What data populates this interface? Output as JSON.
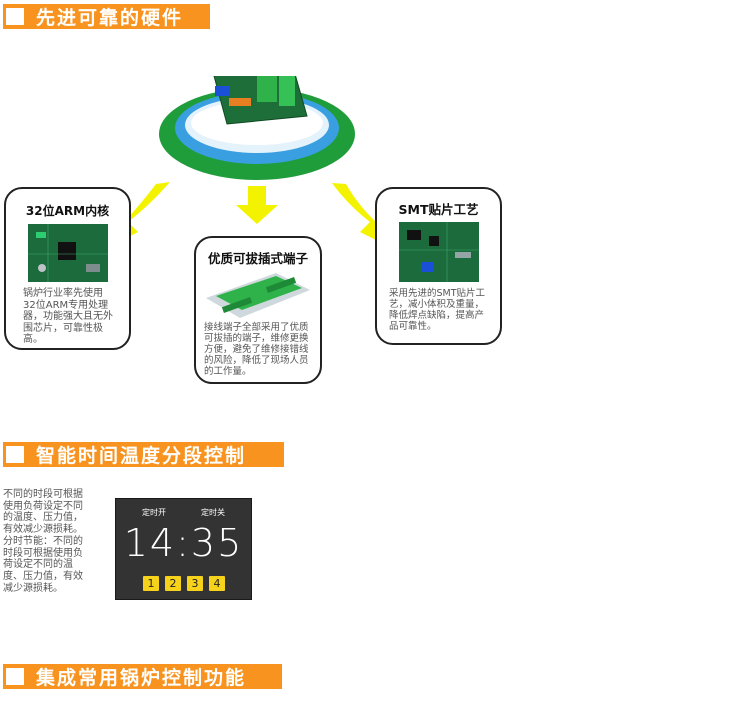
{
  "sections": [
    {
      "title": "先进可靠的硬件"
    },
    {
      "title": "智能时间温度分段控制"
    },
    {
      "title": "集成常用锅炉控制功能"
    }
  ],
  "cards": [
    {
      "title": "32位ARM内核",
      "desc": "锅炉行业率先使用32位ARM专用处理器，功能强大且无外围芯片，可靠性极高。"
    },
    {
      "title": "优质可拔插式端子",
      "desc": "接线端子全部采用了优质可拔插的端子，维修更换方便，避免了维修接错线的风险，降低了现场人员的工作量。"
    },
    {
      "title": "SMT贴片工艺",
      "desc": "采用先进的SMT贴片工艺，减小体积及重量，降低焊点缺陷，提高产品可靠性。"
    }
  ],
  "timer": {
    "description": "不同的时段可根据使用负荷设定不同的温度、压力值，有效减少源损耗。分时节能：不同的时段可根据使用负荷设定不同的温度、压力值，有效减少源损耗。",
    "label_on": "定时开",
    "label_off": "定时关",
    "time": "14:35",
    "keys": [
      "1",
      "2",
      "3",
      "4"
    ]
  },
  "colors": {
    "banner": "#f7931e",
    "arrow": "#f3f300",
    "ring_green": "#1f9d3a",
    "ring_blue": "#3a9fe0",
    "display_bg": "#333333",
    "key": "#f6d21b"
  }
}
